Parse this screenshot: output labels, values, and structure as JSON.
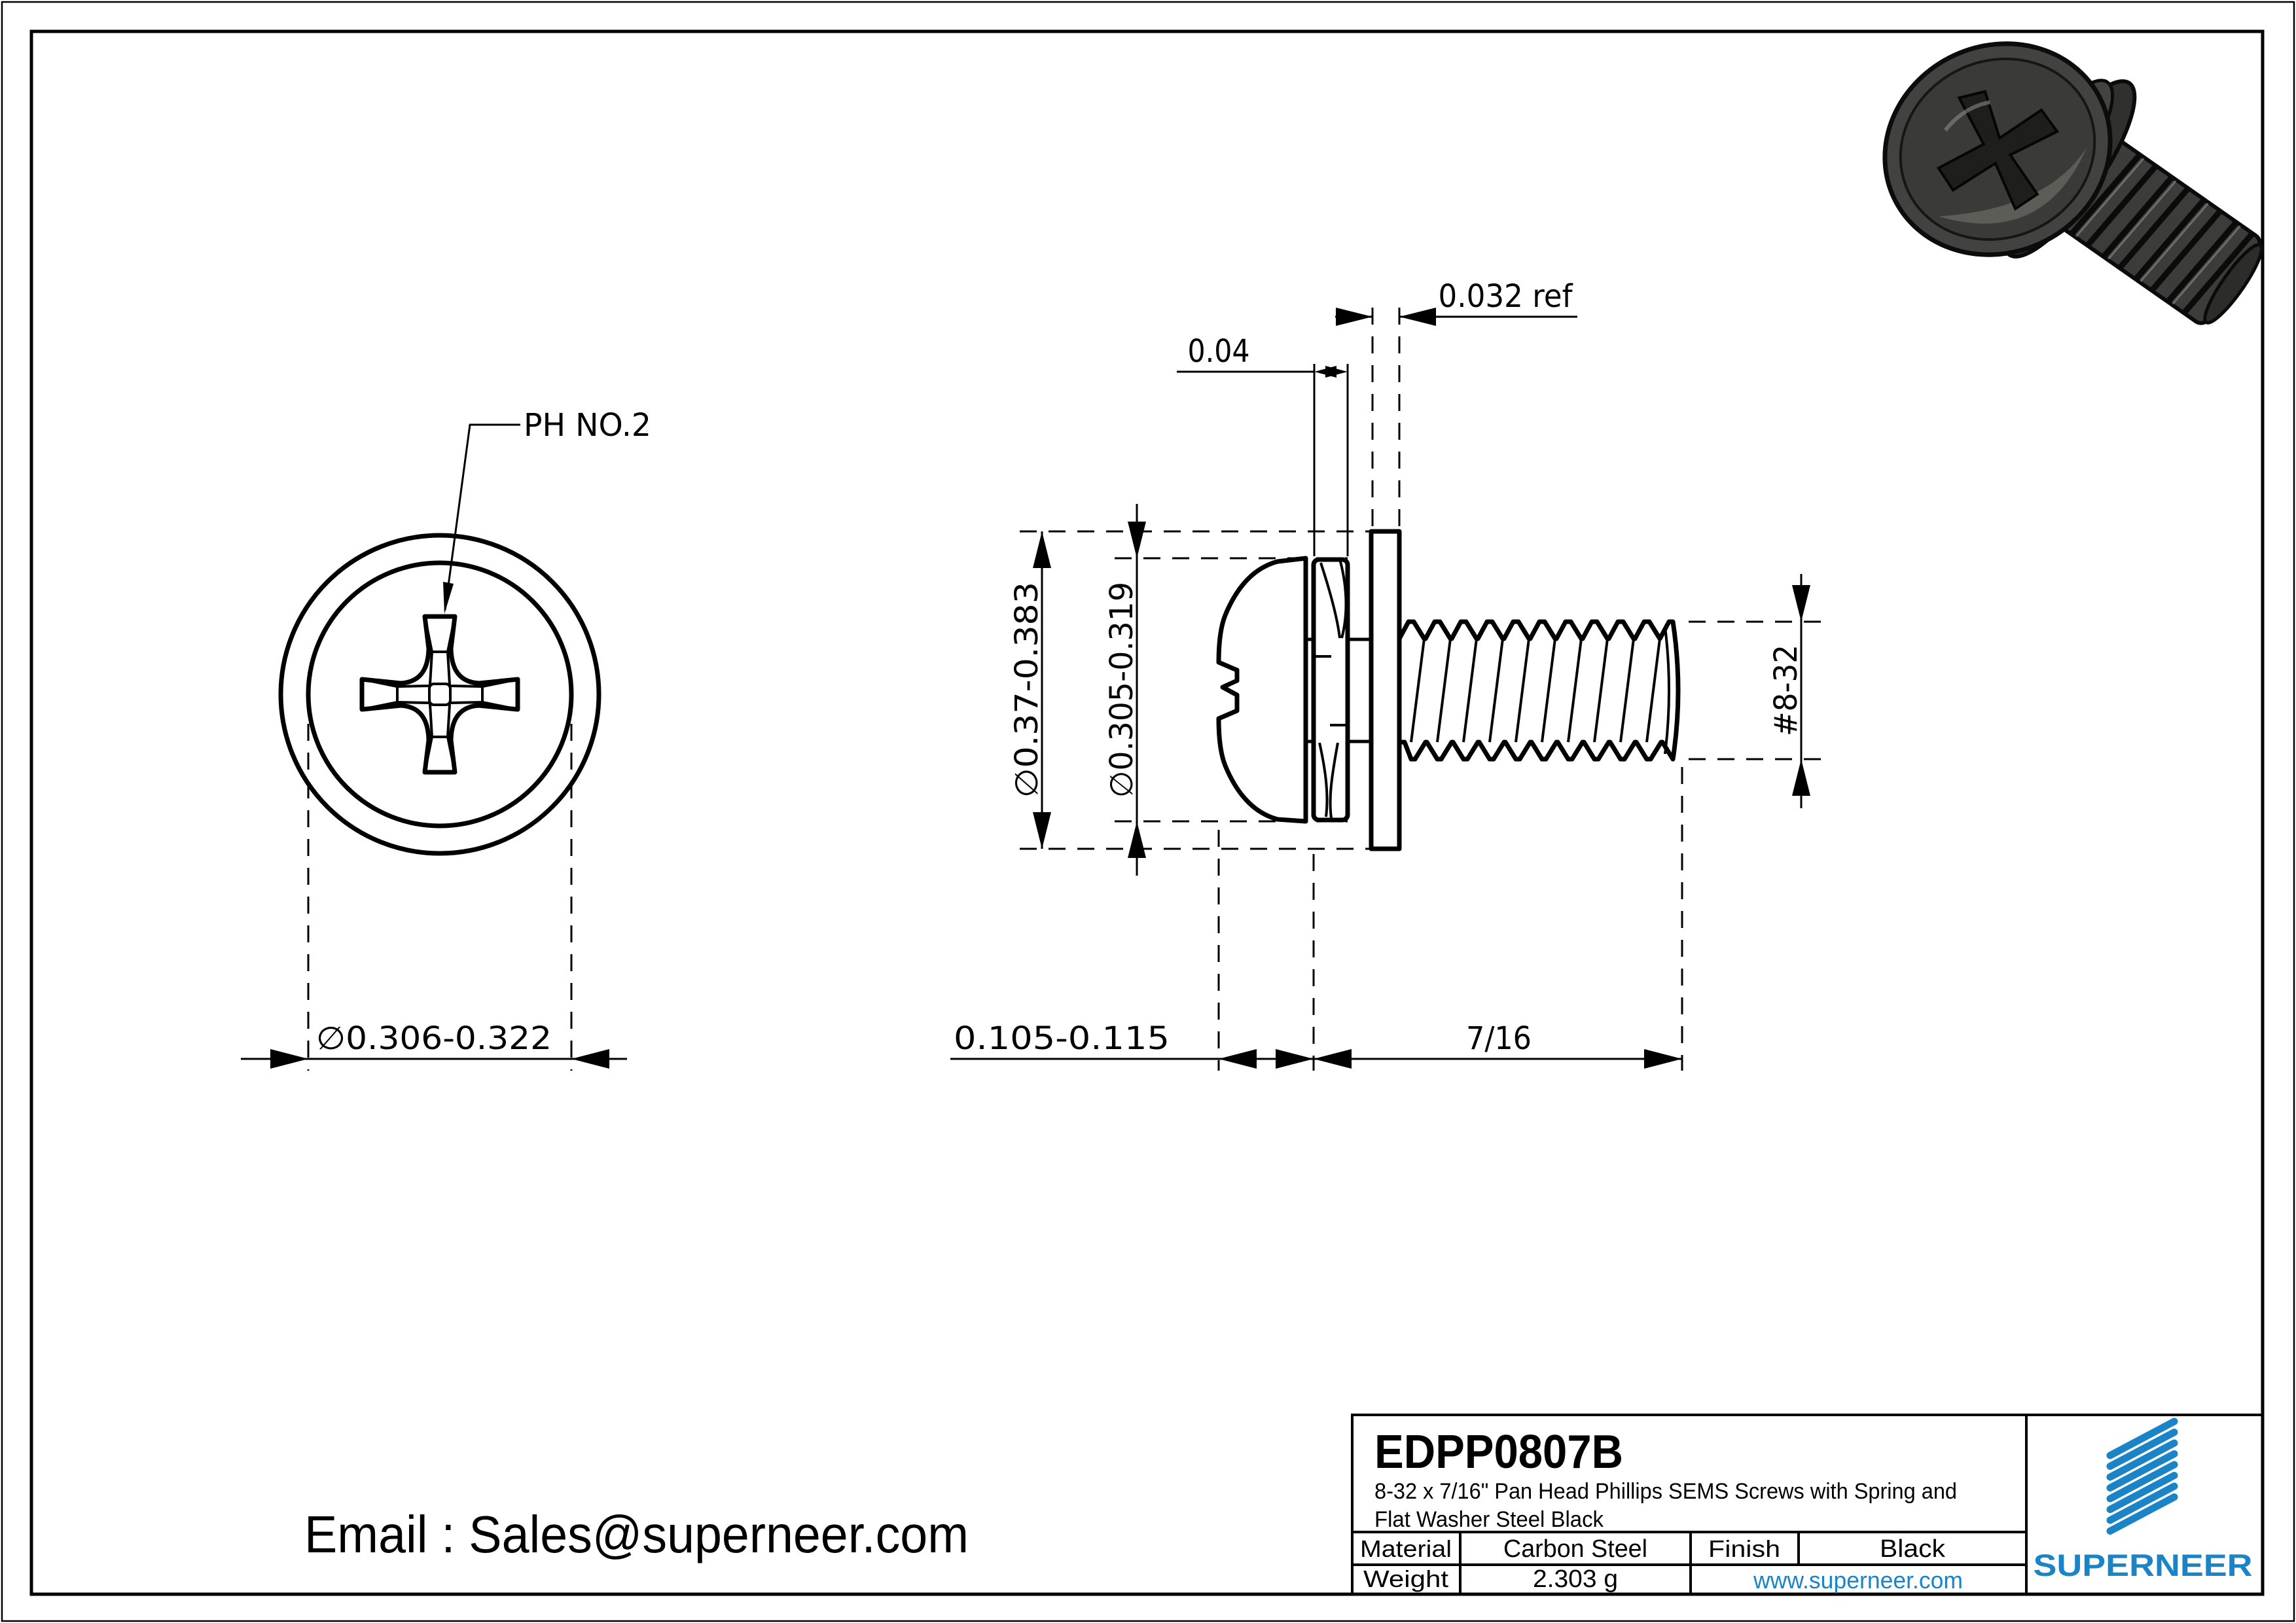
{
  "page": {
    "email": "Email : Sales@superneer.com"
  },
  "views": {
    "phillips_callout": "PH NO.2"
  },
  "dims": {
    "front_head_od": "∅0.306-0.322",
    "washer_od": "∅0.37-0.383",
    "side_head_od": "∅0.305-0.319",
    "spring_thickness": "0.04",
    "flat_washer_thickness": "0.032 ref",
    "head_height": "0.105-0.115",
    "thread_length": "7/16",
    "thread_spec": "#8-32"
  },
  "title_block": {
    "part_number": "EDPP0807B",
    "description_line1": "8-32 x 7/16\" Pan Head Phillips SEMS Screws with Spring and",
    "description_line2": "Flat Washer Steel Black",
    "material_label": "Material",
    "material_value": "Carbon Steel",
    "finish_label": "Finish",
    "finish_value": "Black",
    "weight_label": "Weight",
    "weight_value": "2.303 g",
    "website": "www.superneer.com",
    "brand": "SUPERNEER"
  },
  "colors": {
    "accent_blue": "#1a84c7",
    "line_black": "#000000"
  }
}
